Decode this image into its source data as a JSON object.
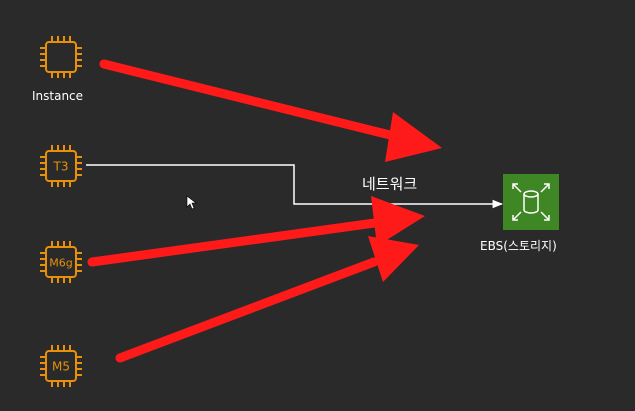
{
  "colors": {
    "background": "#2a2a2a",
    "instance_orange": "#e8900a",
    "ebs_green": "#3f8624",
    "arrow_red": "#ff1a1a",
    "connector_white": "#ffffff"
  },
  "nodes": {
    "instance": {
      "label": "Instance",
      "icon": "ec2-instance-chip-icon"
    },
    "t3": {
      "label": "T3",
      "icon": "ec2-instance-chip-icon"
    },
    "m6g": {
      "label": "M6g",
      "icon": "ec2-instance-chip-icon"
    },
    "m5": {
      "label": "M5",
      "icon": "ec2-instance-chip-icon"
    },
    "ebs": {
      "label": "EBS(스토리지)",
      "icon": "ebs-volume-icon"
    }
  },
  "connector": {
    "label": "네트워크"
  },
  "cursor": {
    "icon": "mouse-pointer-icon"
  }
}
